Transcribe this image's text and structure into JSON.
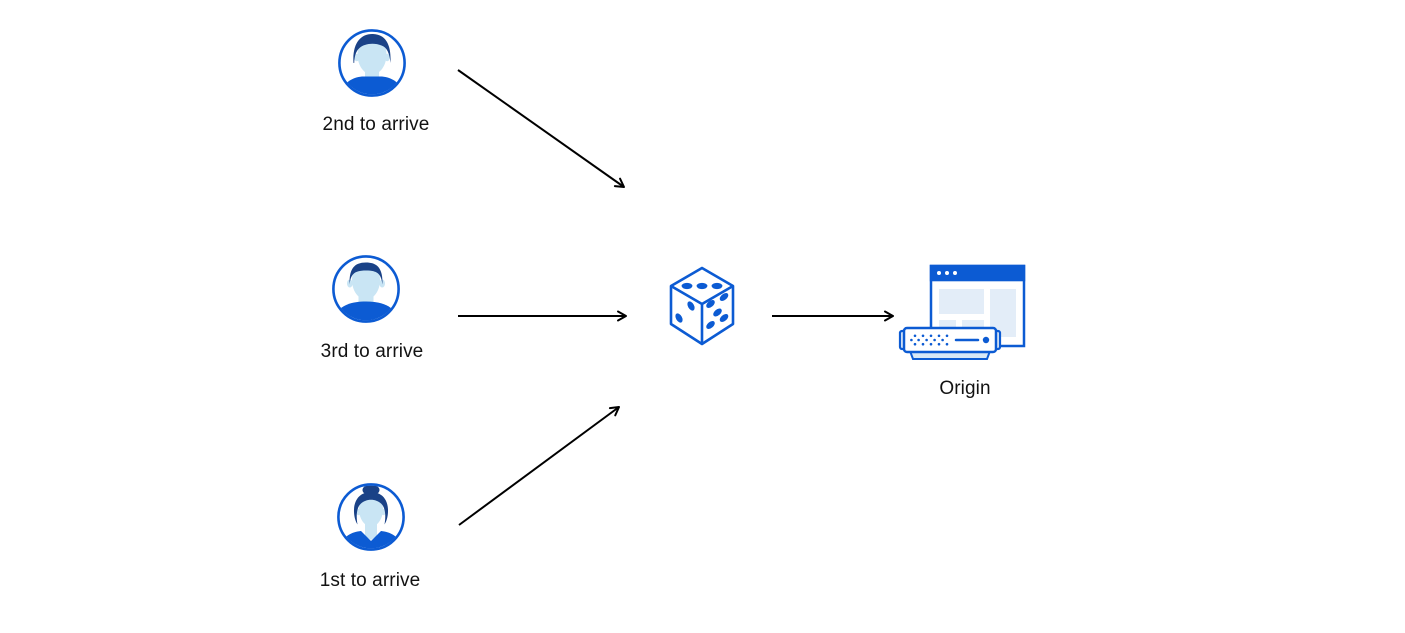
{
  "colors": {
    "primary_blue": "#0C5BD3",
    "dark_navy": "#1A4287",
    "face_blue": "#C9E5F4",
    "panel_blue": "#E3EDF8",
    "base_blue": "#D8E8F6",
    "arrow_black": "#000000",
    "text_black": "#121212",
    "background": "#FFFFFF"
  },
  "diagram": {
    "clients": [
      {
        "label": "2nd to arrive",
        "icon": "person-man-swept-hair-icon"
      },
      {
        "label": "3rd to arrive",
        "icon": "person-man-flat-top-icon"
      },
      {
        "label": "1st to arrive",
        "icon": "person-woman-bun-icon"
      }
    ],
    "randomizer": {
      "icon": "dice-icon"
    },
    "origin": {
      "label": "Origin",
      "icon": "origin-server-browser-icon"
    },
    "arrows": [
      {
        "from": "2nd to arrive",
        "to": "dice"
      },
      {
        "from": "3rd to arrive",
        "to": "dice"
      },
      {
        "from": "1st to arrive",
        "to": "dice"
      },
      {
        "from": "dice",
        "to": "Origin"
      }
    ]
  }
}
